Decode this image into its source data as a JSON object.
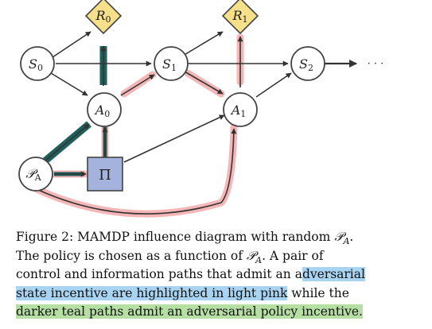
{
  "figure": {
    "nodes": {
      "S0": {
        "base": "S",
        "sub": "0"
      },
      "S1": {
        "base": "S",
        "sub": "1"
      },
      "S2": {
        "base": "S",
        "sub": "2"
      },
      "A0": {
        "base": "A",
        "sub": "0"
      },
      "A1": {
        "base": "A",
        "sub": "1"
      },
      "R0": {
        "base": "R",
        "sub": "0"
      },
      "R1": {
        "base": "R",
        "sub": "1"
      },
      "PA": {
        "base": "𝒫",
        "sub": "A"
      },
      "Pi": {
        "base": "Π"
      }
    },
    "ellipsis": "· · ·"
  },
  "caption": {
    "line1_pre": "Figure 2: MAMDP influence diagram with random ",
    "line1_math": "𝒫",
    "line1_sub": "A",
    "line1_post": ".",
    "line2_pre": "The policy is chosen as a function of ",
    "line2_math": "𝒫",
    "line2_sub": "A",
    "line2_post": ".  A pair of",
    "line3_plain": "control and information paths that admit an a",
    "line3_hl": "dversarial",
    "line4_hl": "state incentive are highlighted in light pink",
    "line4_post": " while the",
    "line5_hl": "darker teal paths admit an adversarial policy incentive."
  },
  "colors": {
    "pink": "#f4b6b6",
    "teal": "#1e5f5c",
    "teal_border": "#2f8a83",
    "rew_fill": "#f7e08a",
    "pi_fill": "#a4b3dd",
    "highlight_blue": "#a8d4f2",
    "highlight_green": "#b6dfa4"
  }
}
